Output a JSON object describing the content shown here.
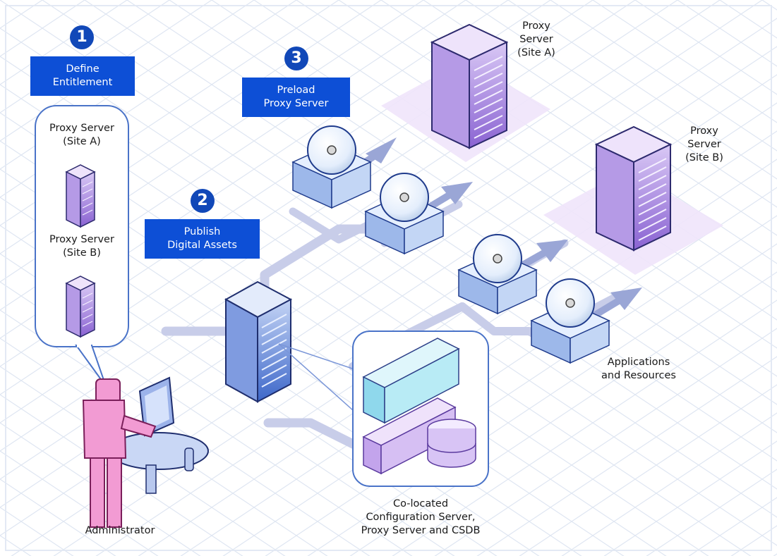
{
  "steps": [
    {
      "number": "1",
      "label_line1": "Define",
      "label_line2": "Entitlement"
    },
    {
      "number": "2",
      "label_line1": "Publish",
      "label_line2": "Digital Assets"
    },
    {
      "number": "3",
      "label_line1": "Preload",
      "label_line2": "Proxy Server"
    }
  ],
  "callout": {
    "site_a_line1": "Proxy Server",
    "site_a_line2": "(Site A)",
    "site_b_line1": "Proxy Server",
    "site_b_line2": "(Site B)"
  },
  "labels": {
    "proxy_a": [
      "Proxy",
      "Server",
      "(Site A)"
    ],
    "proxy_b": [
      "Proxy",
      "Server",
      "(Site B)"
    ],
    "apps": [
      "Applications",
      "and Resources"
    ],
    "colocated": [
      "Co-located",
      "Configuration Server,",
      "Proxy Server and CSDB"
    ],
    "administrator": "Administrator"
  },
  "colors": {
    "step_badge": "#1148b8",
    "step_box": "#0d4fd6",
    "server_purple": "#8a63d2",
    "server_blue": "#3d67c9",
    "admin_pink": "#f29bd3",
    "flow_path": "#c8cde9"
  }
}
